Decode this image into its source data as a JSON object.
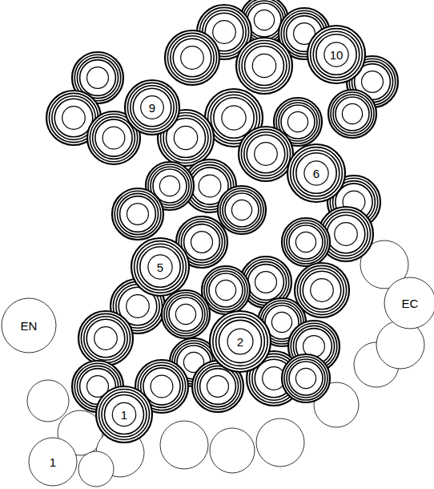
{
  "diagram": {
    "nodes": [
      {
        "text": [
          "10"
        ]
      },
      {
        "text": [
          "9"
        ]
      },
      {
        "text": [
          "6"
        ]
      },
      {
        "text": [
          "5"
        ]
      },
      {
        "text": [
          "EC"
        ]
      },
      {
        "text": [
          "2"
        ]
      },
      {
        "text": [
          "EN"
        ]
      },
      {
        "text": [
          "1"
        ]
      },
      {
        "text": [
          "1"
        ]
      }
    ]
  }
}
